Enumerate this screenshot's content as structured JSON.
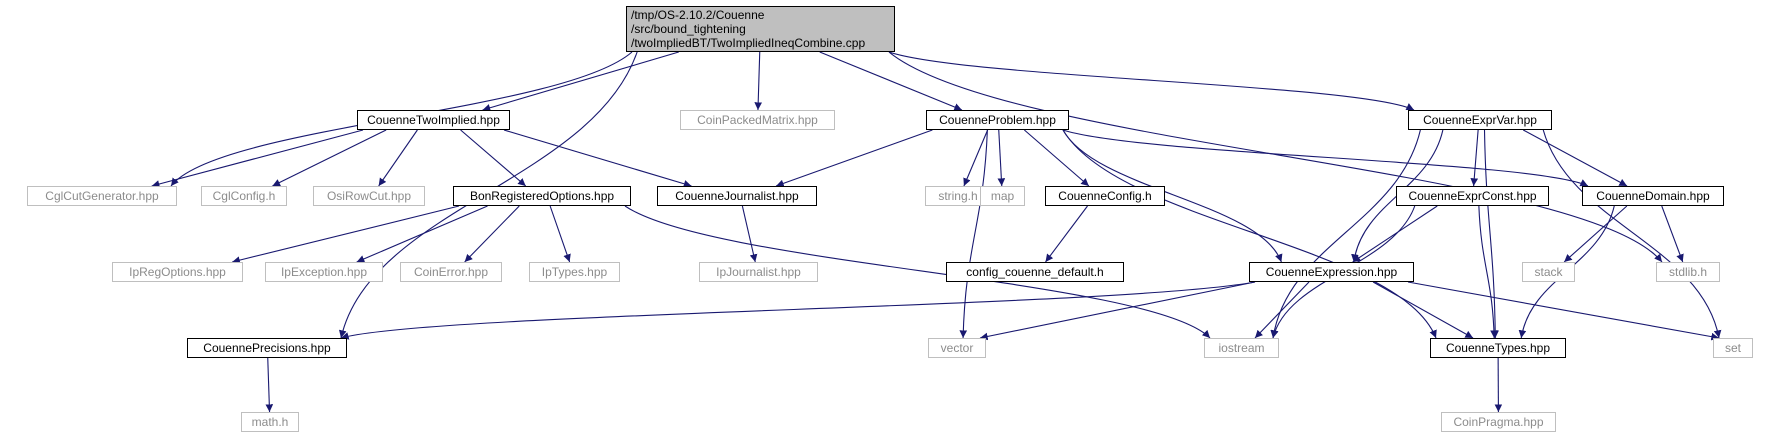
{
  "root": {
    "lines": [
      "/tmp/OS-2.10.2/Couenne",
      "/src/bound_tightening",
      "/twoImpliedBT/TwoImpliedIneqCombine.cpp"
    ]
  },
  "colors": {
    "edge": "#191970",
    "root_fill": "#bfbfbf",
    "documented_border": "#000000",
    "external_border": "#bfbfbf",
    "external_text": "#8c8c8c"
  },
  "nodes": [
    {
      "id": "CouenneTwoImplied.hpp",
      "label": "CouenneTwoImplied.hpp",
      "kind": "documented"
    },
    {
      "id": "CoinPackedMatrix.hpp",
      "label": "CoinPackedMatrix.hpp",
      "kind": "external"
    },
    {
      "id": "CouenneProblem.hpp",
      "label": "CouenneProblem.hpp",
      "kind": "documented"
    },
    {
      "id": "CouenneExprVar.hpp",
      "label": "CouenneExprVar.hpp",
      "kind": "documented"
    },
    {
      "id": "CglCutGenerator.hpp",
      "label": "CglCutGenerator.hpp",
      "kind": "external"
    },
    {
      "id": "CglConfig.h",
      "label": "CglConfig.h",
      "kind": "external"
    },
    {
      "id": "OsiRowCut.hpp",
      "label": "OsiRowCut.hpp",
      "kind": "external"
    },
    {
      "id": "BonRegisteredOptions.hpp",
      "label": "BonRegisteredOptions.hpp",
      "kind": "documented"
    },
    {
      "id": "CouenneJournalist.hpp",
      "label": "CouenneJournalist.hpp",
      "kind": "documented"
    },
    {
      "id": "string.h",
      "label": "string.h",
      "kind": "external"
    },
    {
      "id": "map",
      "label": "map",
      "kind": "external"
    },
    {
      "id": "CouenneConfig.h",
      "label": "CouenneConfig.h",
      "kind": "documented"
    },
    {
      "id": "CouenneExprConst.hpp",
      "label": "CouenneExprConst.hpp",
      "kind": "documented"
    },
    {
      "id": "CouenneDomain.hpp",
      "label": "CouenneDomain.hpp",
      "kind": "documented"
    },
    {
      "id": "IpRegOptions.hpp",
      "label": "IpRegOptions.hpp",
      "kind": "external"
    },
    {
      "id": "IpException.hpp",
      "label": "IpException.hpp",
      "kind": "external"
    },
    {
      "id": "CoinError.hpp",
      "label": "CoinError.hpp",
      "kind": "external"
    },
    {
      "id": "IpTypes.hpp",
      "label": "IpTypes.hpp",
      "kind": "external"
    },
    {
      "id": "IpJournalist.hpp",
      "label": "IpJournalist.hpp",
      "kind": "external"
    },
    {
      "id": "config_couenne_default.h",
      "label": "config_couenne_default.h",
      "kind": "documented"
    },
    {
      "id": "CouenneExpression.hpp",
      "label": "CouenneExpression.hpp",
      "kind": "documented"
    },
    {
      "id": "stack",
      "label": "stack",
      "kind": "external"
    },
    {
      "id": "stdlib.h",
      "label": "stdlib.h",
      "kind": "external"
    },
    {
      "id": "CouennePrecisions.hpp",
      "label": "CouennePrecisions.hpp",
      "kind": "documented"
    },
    {
      "id": "vector",
      "label": "vector",
      "kind": "external"
    },
    {
      "id": "iostream",
      "label": "iostream",
      "kind": "external"
    },
    {
      "id": "CouenneTypes.hpp",
      "label": "CouenneTypes.hpp",
      "kind": "documented"
    },
    {
      "id": "set",
      "label": "set",
      "kind": "external"
    },
    {
      "id": "math.h",
      "label": "math.h",
      "kind": "external"
    },
    {
      "id": "CoinPragma.hpp",
      "label": "CoinPragma.hpp",
      "kind": "external"
    }
  ],
  "edges": [
    {
      "from": "root",
      "to": "CouenneTwoImplied.hpp"
    },
    {
      "from": "root",
      "to": "CoinPackedMatrix.hpp"
    },
    {
      "from": "root",
      "to": "CouenneProblem.hpp"
    },
    {
      "from": "root",
      "to": "CouenneExprVar.hpp"
    },
    {
      "from": "root",
      "to": "CglCutGenerator.hpp"
    },
    {
      "from": "root",
      "to": "CouennePrecisions.hpp"
    },
    {
      "from": "root",
      "to": "stdlib.h"
    },
    {
      "from": "CouenneTwoImplied.hpp",
      "to": "CglCutGenerator.hpp"
    },
    {
      "from": "CouenneTwoImplied.hpp",
      "to": "CglConfig.h"
    },
    {
      "from": "CouenneTwoImplied.hpp",
      "to": "OsiRowCut.hpp"
    },
    {
      "from": "CouenneTwoImplied.hpp",
      "to": "BonRegisteredOptions.hpp"
    },
    {
      "from": "CouenneTwoImplied.hpp",
      "to": "CouenneJournalist.hpp"
    },
    {
      "from": "CouenneProblem.hpp",
      "to": "CouenneJournalist.hpp"
    },
    {
      "from": "CouenneProblem.hpp",
      "to": "vector"
    },
    {
      "from": "CouenneProblem.hpp",
      "to": "string.h"
    },
    {
      "from": "CouenneProblem.hpp",
      "to": "map"
    },
    {
      "from": "CouenneProblem.hpp",
      "to": "CouenneConfig.h"
    },
    {
      "from": "CouenneProblem.hpp",
      "to": "CouenneExpression.hpp"
    },
    {
      "from": "CouenneProblem.hpp",
      "to": "CouenneDomain.hpp"
    },
    {
      "from": "CouenneProblem.hpp",
      "to": "CouenneTypes.hpp"
    },
    {
      "from": "CouenneExprVar.hpp",
      "to": "iostream"
    },
    {
      "from": "CouenneExprVar.hpp",
      "to": "CouenneExpression.hpp"
    },
    {
      "from": "CouenneExprVar.hpp",
      "to": "CouenneExprConst.hpp"
    },
    {
      "from": "CouenneExprVar.hpp",
      "to": "CouenneDomain.hpp"
    },
    {
      "from": "CouenneExprVar.hpp",
      "to": "CouenneTypes.hpp"
    },
    {
      "from": "CouenneExprVar.hpp",
      "to": "set"
    },
    {
      "from": "BonRegisteredOptions.hpp",
      "to": "IpRegOptions.hpp"
    },
    {
      "from": "BonRegisteredOptions.hpp",
      "to": "IpException.hpp"
    },
    {
      "from": "BonRegisteredOptions.hpp",
      "to": "CoinError.hpp"
    },
    {
      "from": "BonRegisteredOptions.hpp",
      "to": "IpTypes.hpp"
    },
    {
      "from": "BonRegisteredOptions.hpp",
      "to": "iostream"
    },
    {
      "from": "CouenneJournalist.hpp",
      "to": "IpJournalist.hpp"
    },
    {
      "from": "CouenneConfig.h",
      "to": "config_couenne_default.h"
    },
    {
      "from": "CouenneExprConst.hpp",
      "to": "CouenneExpression.hpp"
    },
    {
      "from": "CouenneExprConst.hpp",
      "to": "iostream"
    },
    {
      "from": "CouenneExprConst.hpp",
      "to": "CouenneTypes.hpp"
    },
    {
      "from": "CouenneDomain.hpp",
      "to": "stack"
    },
    {
      "from": "CouenneDomain.hpp",
      "to": "stdlib.h"
    },
    {
      "from": "CouenneDomain.hpp",
      "to": "CouenneTypes.hpp"
    },
    {
      "from": "CouenneExpression.hpp",
      "to": "CouennePrecisions.hpp"
    },
    {
      "from": "CouenneExpression.hpp",
      "to": "vector"
    },
    {
      "from": "CouenneExpression.hpp",
      "to": "iostream"
    },
    {
      "from": "CouenneExpression.hpp",
      "to": "CouenneTypes.hpp"
    },
    {
      "from": "CouenneExpression.hpp",
      "to": "set"
    },
    {
      "from": "CouennePrecisions.hpp",
      "to": "math.h"
    },
    {
      "from": "CouenneTypes.hpp",
      "to": "CoinPragma.hpp"
    }
  ]
}
